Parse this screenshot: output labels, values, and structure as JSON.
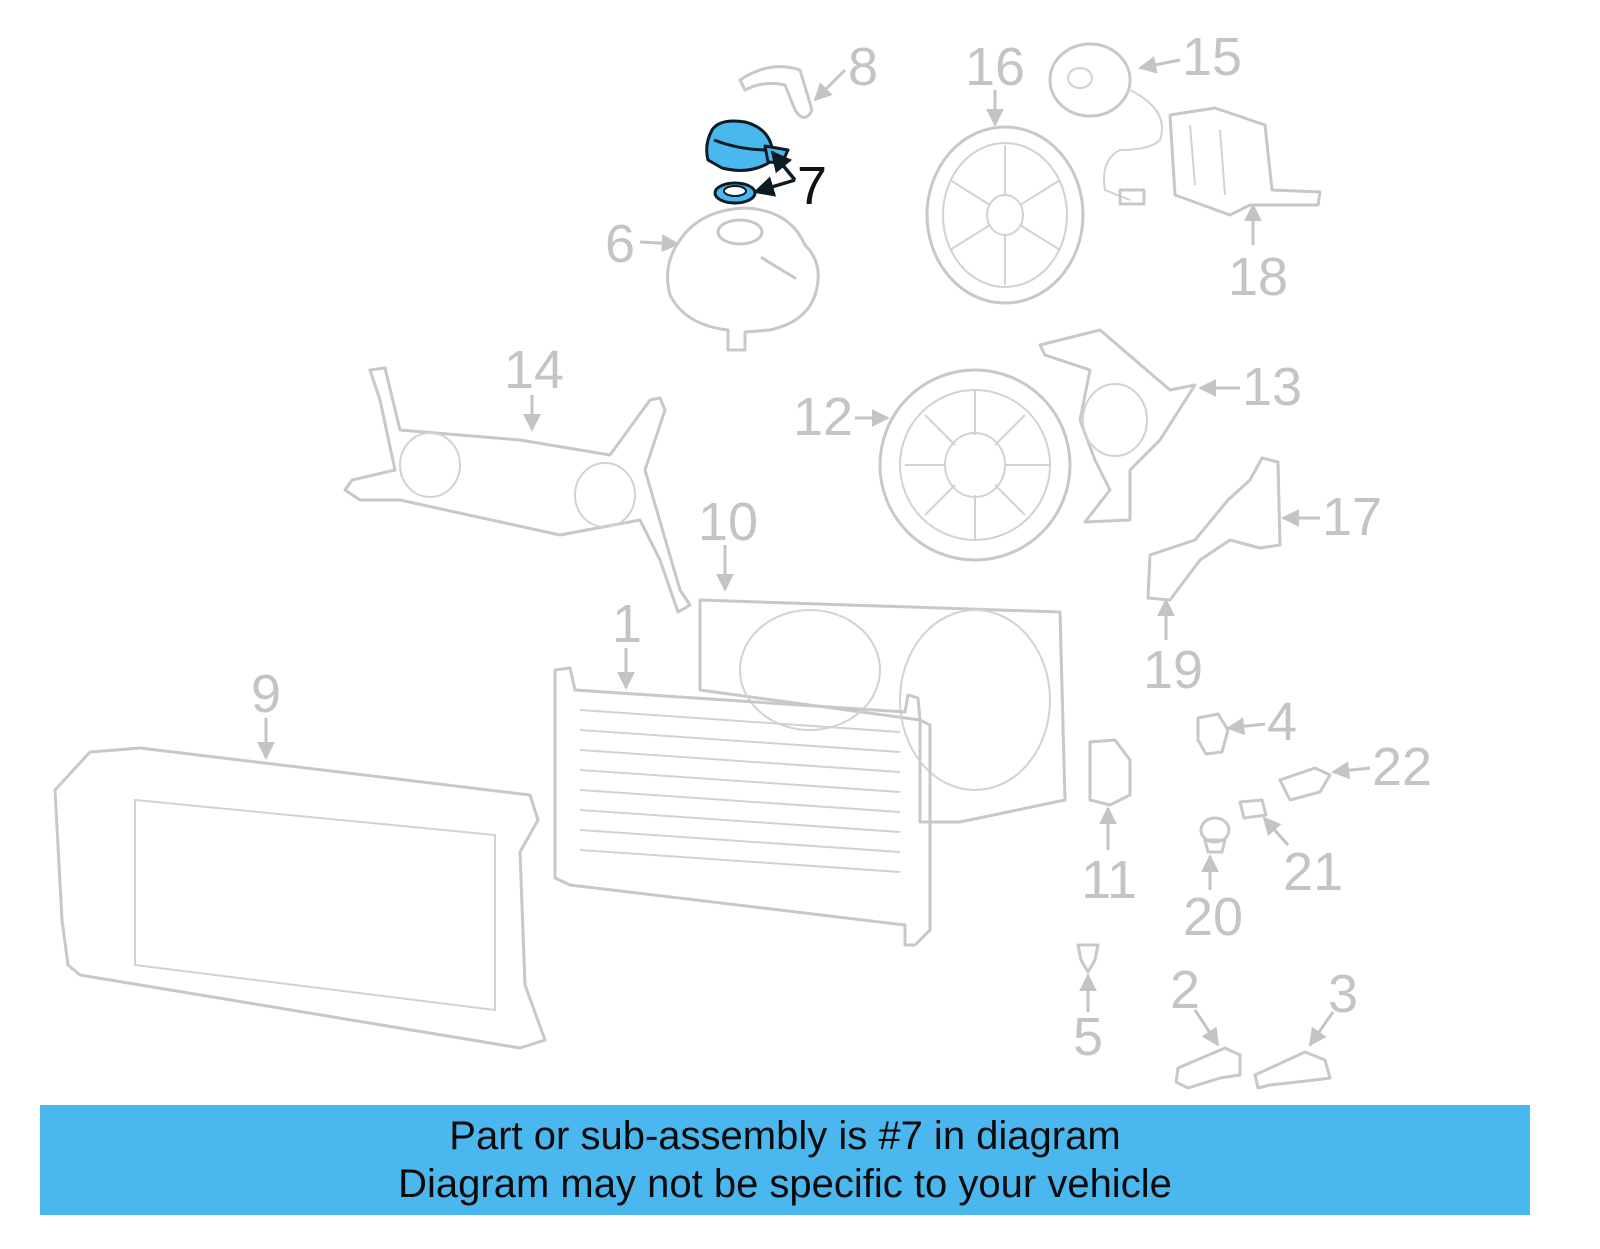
{
  "diagram": {
    "callouts": {
      "c1": "1",
      "c2": "2",
      "c3": "3",
      "c4": "4",
      "c5": "5",
      "c6": "6",
      "c7": "7",
      "c8": "8",
      "c9": "9",
      "c10": "10",
      "c11": "11",
      "c12": "12",
      "c13": "13",
      "c14": "14",
      "c15": "15",
      "c16": "16",
      "c17": "17",
      "c18": "18",
      "c19": "19",
      "c20": "20",
      "c21": "21",
      "c22": "22"
    },
    "highlighted_part": "7",
    "colors": {
      "highlight": "#4ab8ee",
      "ghost_lines": "#c8c8c8",
      "banner": "#4ab8ee"
    }
  },
  "banner": {
    "line1": "Part or sub-assembly is #7 in diagram",
    "line2": "Diagram may not be specific to your vehicle"
  }
}
